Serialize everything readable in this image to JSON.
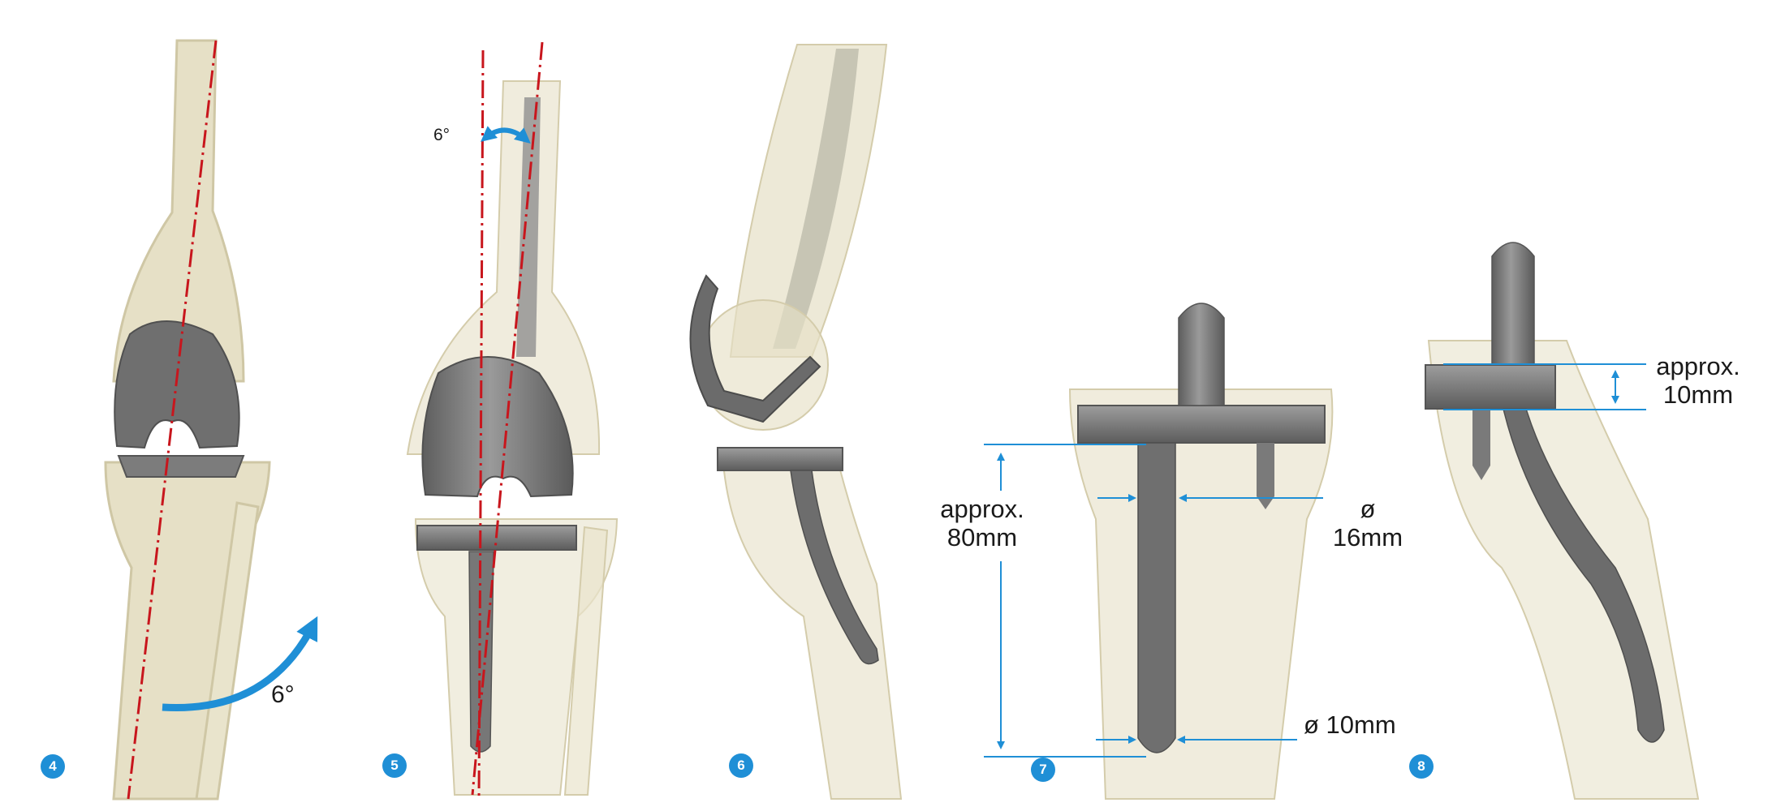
{
  "colors": {
    "accent_blue": "#1f8fd6",
    "axis_red": "#c8161d",
    "bone": "#e6e0c6",
    "bone_edge": "#cfc7a5",
    "implant_dark": "#6c6c6c",
    "implant_mid": "#8c8c8c"
  },
  "panels": [
    {
      "number": "4"
    },
    {
      "number": "5"
    },
    {
      "number": "6"
    },
    {
      "number": "7"
    },
    {
      "number": "8"
    }
  ],
  "labels": {
    "panel4_angle": "6°",
    "panel5_angle": "6°",
    "panel7_depth_line1": "approx.",
    "panel7_depth_line2": "80mm",
    "panel7_diameter_top_line1": "ø",
    "panel7_diameter_top_line2": "16mm",
    "panel7_diameter_bottom": "ø 10mm",
    "panel8_height_line1": "approx.",
    "panel8_height_line2": "10mm"
  }
}
